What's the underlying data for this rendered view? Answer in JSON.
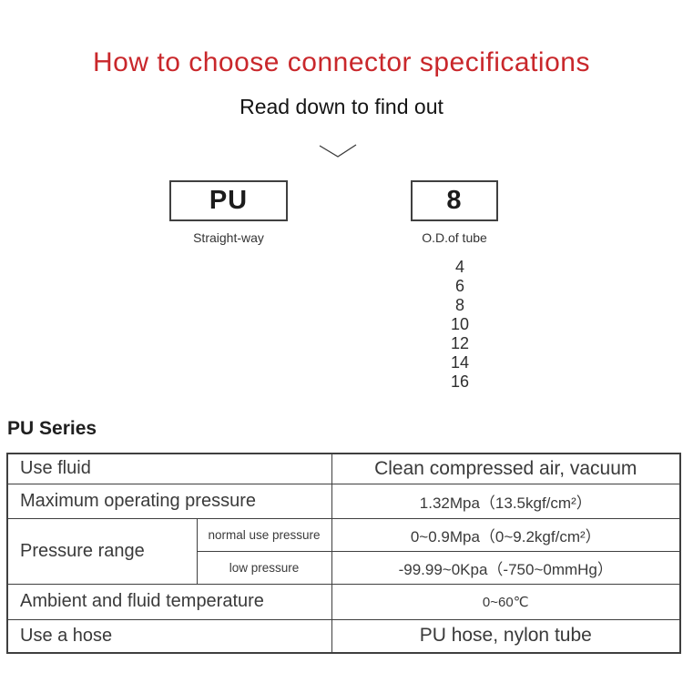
{
  "header": {
    "title": "How to choose connector specifications",
    "subtitle": "Read down to find out"
  },
  "selector": {
    "model_code": "PU",
    "model_caption": "Straight-way",
    "size_code": "8",
    "size_caption": "O.D.of tube",
    "size_options": [
      "4",
      "6",
      "8",
      "10",
      "12",
      "14",
      "16"
    ]
  },
  "series_heading": "PU Series",
  "spec_table": {
    "use_fluid": {
      "label": "Use fluid",
      "value": "Clean compressed air, vacuum"
    },
    "max_pressure": {
      "label": "Maximum operating pressure",
      "value": "1.32Mpa（13.5kgf/cm²）"
    },
    "pressure_range": {
      "label": "Pressure range",
      "normal": {
        "label": "normal use pressure",
        "value": "0~0.9Mpa（0~9.2kgf/cm²）"
      },
      "low": {
        "label": "low pressure",
        "value": "-99.99~0Kpa（-750~0mmHg）"
      }
    },
    "temperature": {
      "label": "Ambient and fluid temperature",
      "value": "0~60℃"
    },
    "hose": {
      "label": "Use a hose",
      "value": "PU hose, nylon tube"
    }
  },
  "colors": {
    "accent_red": "#c9272b",
    "row_beige": "#f5ecdc",
    "border_dark": "#3f3f3f"
  }
}
